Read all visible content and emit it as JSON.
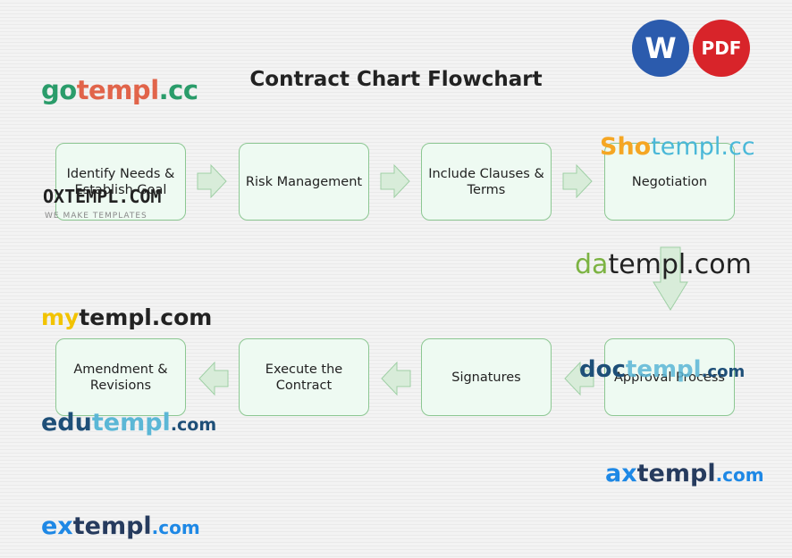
{
  "title": "Contract Chart Flowchart",
  "badges": {
    "word": "W",
    "pdf": "PDF"
  },
  "steps": [
    "Identify Needs & Establish Goal",
    "Risk Management",
    "Include Clauses & Terms",
    "Negotiation",
    "Approval Process",
    "Signatures",
    "Execute the Contract",
    "Amendment & Revisions"
  ],
  "watermarks": {
    "gotempl": [
      "go",
      "templ",
      ".cc"
    ],
    "shotempl": [
      "Sho",
      "templ",
      ".cc"
    ],
    "oxtempl": "OXTEMPL.COM",
    "oxtempl_sub": "WE MAKE TEMPLATES",
    "datempl": [
      "da",
      "templ",
      ".com"
    ],
    "mytempl": [
      "my",
      "templ",
      ".com"
    ],
    "doctempl": [
      "doc",
      "templ",
      ".com"
    ],
    "edutempl": [
      "edu",
      "templ",
      ".com"
    ],
    "axtempl": [
      "ax",
      "templ",
      ".com"
    ],
    "extempl": [
      "ex",
      "templ",
      ".com"
    ]
  },
  "colors": {
    "node_fill": "#eefaf2",
    "node_border": "#8cc792",
    "arrow_fill": "#d8ecd9",
    "arrow_stroke": "#9fcfa5",
    "word_blue": "#2b5bad",
    "pdf_red": "#d8242a"
  }
}
